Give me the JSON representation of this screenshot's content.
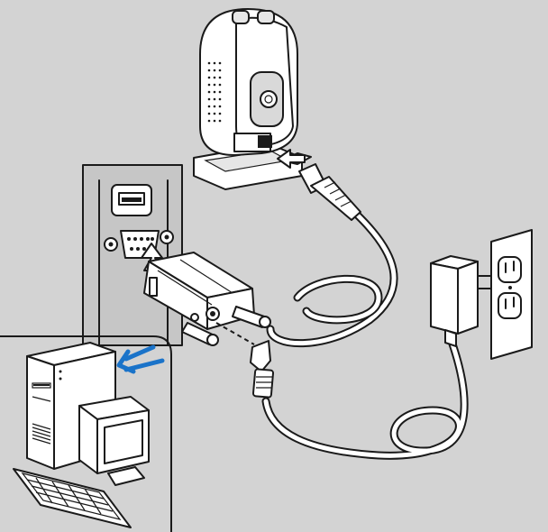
{
  "figure": {
    "kind": "installation-illustration",
    "palette": {
      "background": "#d3d3d3",
      "panel": "#c6c6c6",
      "device_fill": "#ffffff",
      "outline": "#1a1a1a",
      "accent_arrow": "#1a73c9"
    },
    "components": [
      {
        "id": "scanner",
        "icon": "presentation-scanner-icon"
      },
      {
        "id": "computer-rear-panel",
        "icon": "rear-panel-icon"
      },
      {
        "id": "serial-port",
        "icon": "db9-port-icon"
      },
      {
        "id": "usb-port",
        "icon": "usb-port-icon"
      },
      {
        "id": "serial-cable-connector",
        "icon": "db9-connector-icon"
      },
      {
        "id": "interface-cable",
        "icon": "cable-icon"
      },
      {
        "id": "power-plug",
        "icon": "barrel-plug-icon"
      },
      {
        "id": "power-supply",
        "icon": "ac-adapter-icon"
      },
      {
        "id": "wall-outlet",
        "icon": "wall-outlet-icon"
      },
      {
        "id": "host-computer",
        "icon": "desktop-computer-icon"
      }
    ]
  }
}
